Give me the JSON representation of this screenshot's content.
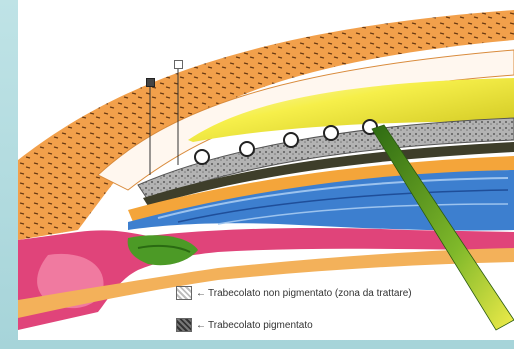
{
  "markers": {
    "dark": "",
    "light": ""
  },
  "legend": {
    "items": [
      {
        "label": "Trabecolato non pigmentato (zona da trattare)",
        "swatch": "light"
      },
      {
        "label": "Trabecolato pigmentato",
        "swatch": "dark"
      }
    ],
    "arrow": "←"
  },
  "colors": {
    "background": "#a9d7dc",
    "cornea": "#f0a24a",
    "sclera_pink": "#e43f74",
    "anterior_chamber": "#f4ef43",
    "trabecular_gray": "#9e9e9e",
    "ciliary_blue": "#3a78c8",
    "laser_green": "#4c8a1f"
  }
}
